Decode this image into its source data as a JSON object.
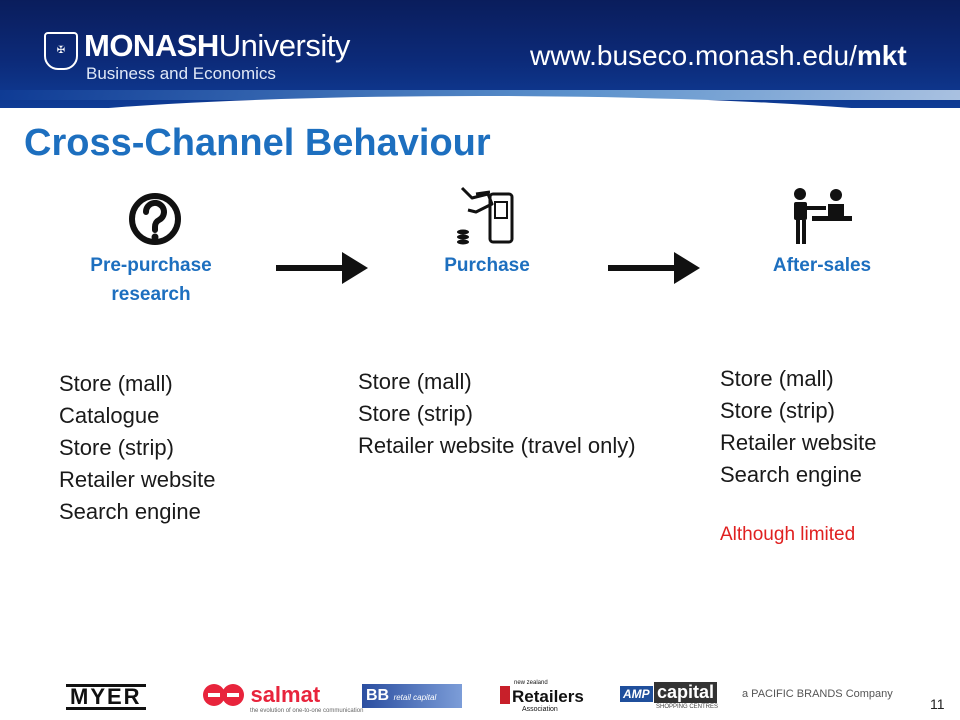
{
  "header": {
    "brand_bold": "MONASH",
    "brand_light": "University",
    "brand_sub": "Business and Economics",
    "url_prefix": "www.buseco.monash.edu/",
    "url_suffix": "mkt"
  },
  "slide": {
    "title": "Cross-Channel Behaviour",
    "page_number": "11"
  },
  "stages": [
    {
      "label_line1": "Pre-purchase",
      "label_line2": "research",
      "icon": "question-icon"
    },
    {
      "label_line1": "Purchase",
      "icon": "card-payment-icon"
    },
    {
      "label_line1": "After-sales",
      "icon": "service-desk-icon"
    }
  ],
  "lists": {
    "pre_purchase": [
      "Store (mall)",
      "Catalogue",
      "Store (strip)",
      "Retailer website",
      "Search engine"
    ],
    "purchase": [
      "Store (mall)",
      "Store (strip)",
      "Retailer website (travel only)"
    ],
    "after_sales": [
      "Store (mall)",
      "Store (strip)",
      "Retailer website",
      "Search engine"
    ]
  },
  "after_sales_note": "Although limited",
  "logos": {
    "myer": "MYER",
    "salmat": "salmat",
    "salmat_tag": "the evolution of one-to-one communication",
    "bb_main": "BB",
    "bb_sub": "retail capital",
    "nzra_top": "new zealand",
    "nzra_main": "Retailers",
    "nzra_bottom": "Association",
    "amp_main": "AMP",
    "amp_capital": "capital",
    "amp_sub": "SHOPPING CENTRES",
    "pacific": "a PACIFIC BRANDS Company"
  },
  "colors": {
    "header_navy": "#0c2a78",
    "title_blue": "#1d6fbf",
    "note_red": "#e02020"
  }
}
